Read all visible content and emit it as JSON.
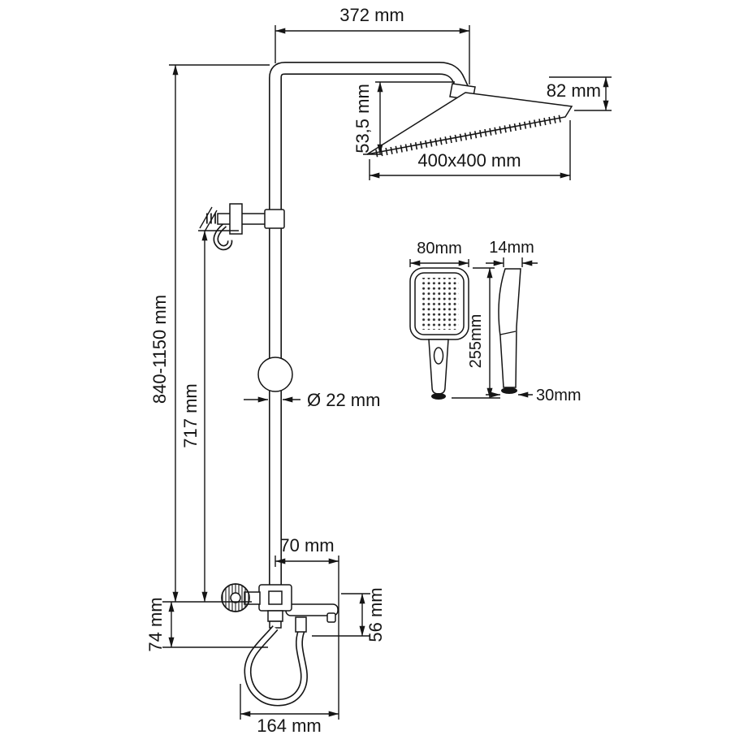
{
  "drawing": {
    "type": "technical-dimension-drawing",
    "subject": "shower-column-system",
    "line_color": "#151515",
    "background": "#ffffff"
  },
  "labels": {
    "top_width": "372 mm",
    "head_edge_height": "82 mm",
    "head_drop": "53,5 mm",
    "head_size": "400x400 mm",
    "column_height_range": "840-1150 mm",
    "lower_section_height": "717 mm",
    "pipe_diameter": "Ø 22 mm",
    "hand_shower_width": "80mm",
    "hand_shower_thickness": "14mm",
    "hand_shower_length": "255mm",
    "hand_shower_base": "30mm",
    "spout_reach": "70 mm",
    "mixer_drop": "74 mm",
    "spout_drop": "56 mm",
    "hose_span": "164 mm"
  }
}
